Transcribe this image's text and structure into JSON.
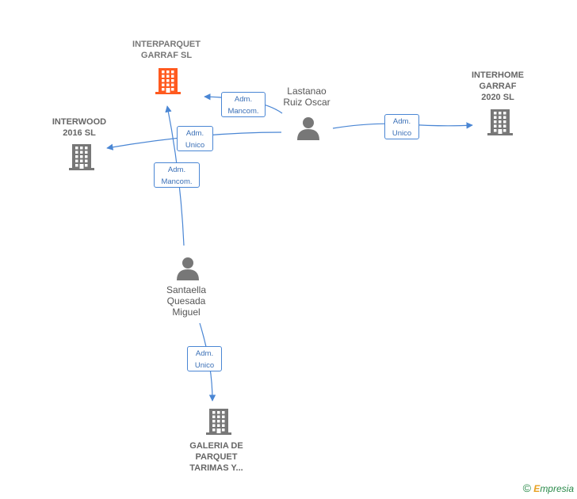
{
  "nodes": {
    "interparquet": {
      "line1": "INTERPARQUET",
      "line2": "GARRAF  SL",
      "color": "#ff5a1f"
    },
    "interwood": {
      "line1": "INTERWOOD",
      "line2": "2016  SL",
      "color": "#777777"
    },
    "interhome": {
      "line1": "INTERHOME",
      "line2": "GARRAF",
      "line3": "2020  SL",
      "color": "#777777"
    },
    "galeria": {
      "line1": "GALERIA DE",
      "line2": "PARQUET",
      "line3": "TARIMAS Y...",
      "color": "#777777"
    },
    "lastanao": {
      "line1": "Lastanao",
      "line2": "Ruiz Oscar"
    },
    "santaella": {
      "line1": "Santaella",
      "line2": "Quesada",
      "line3": "Miguel"
    }
  },
  "edges": {
    "e1": {
      "line1": "Adm.",
      "line2": "Mancom."
    },
    "e2": {
      "line1": "Adm.",
      "line2": "Unico"
    },
    "e3": {
      "line1": "Adm.",
      "line2": "Mancom."
    },
    "e4": {
      "line1": "Adm.",
      "line2": "Unico"
    },
    "e5": {
      "line1": "Adm.",
      "line2": "Unico"
    }
  },
  "brand": {
    "copyright": "©",
    "e": "E",
    "rest": "mpresia"
  },
  "colors": {
    "edge": "#4a86d4",
    "person": "#777777",
    "highlight": "#ff5a1f"
  }
}
